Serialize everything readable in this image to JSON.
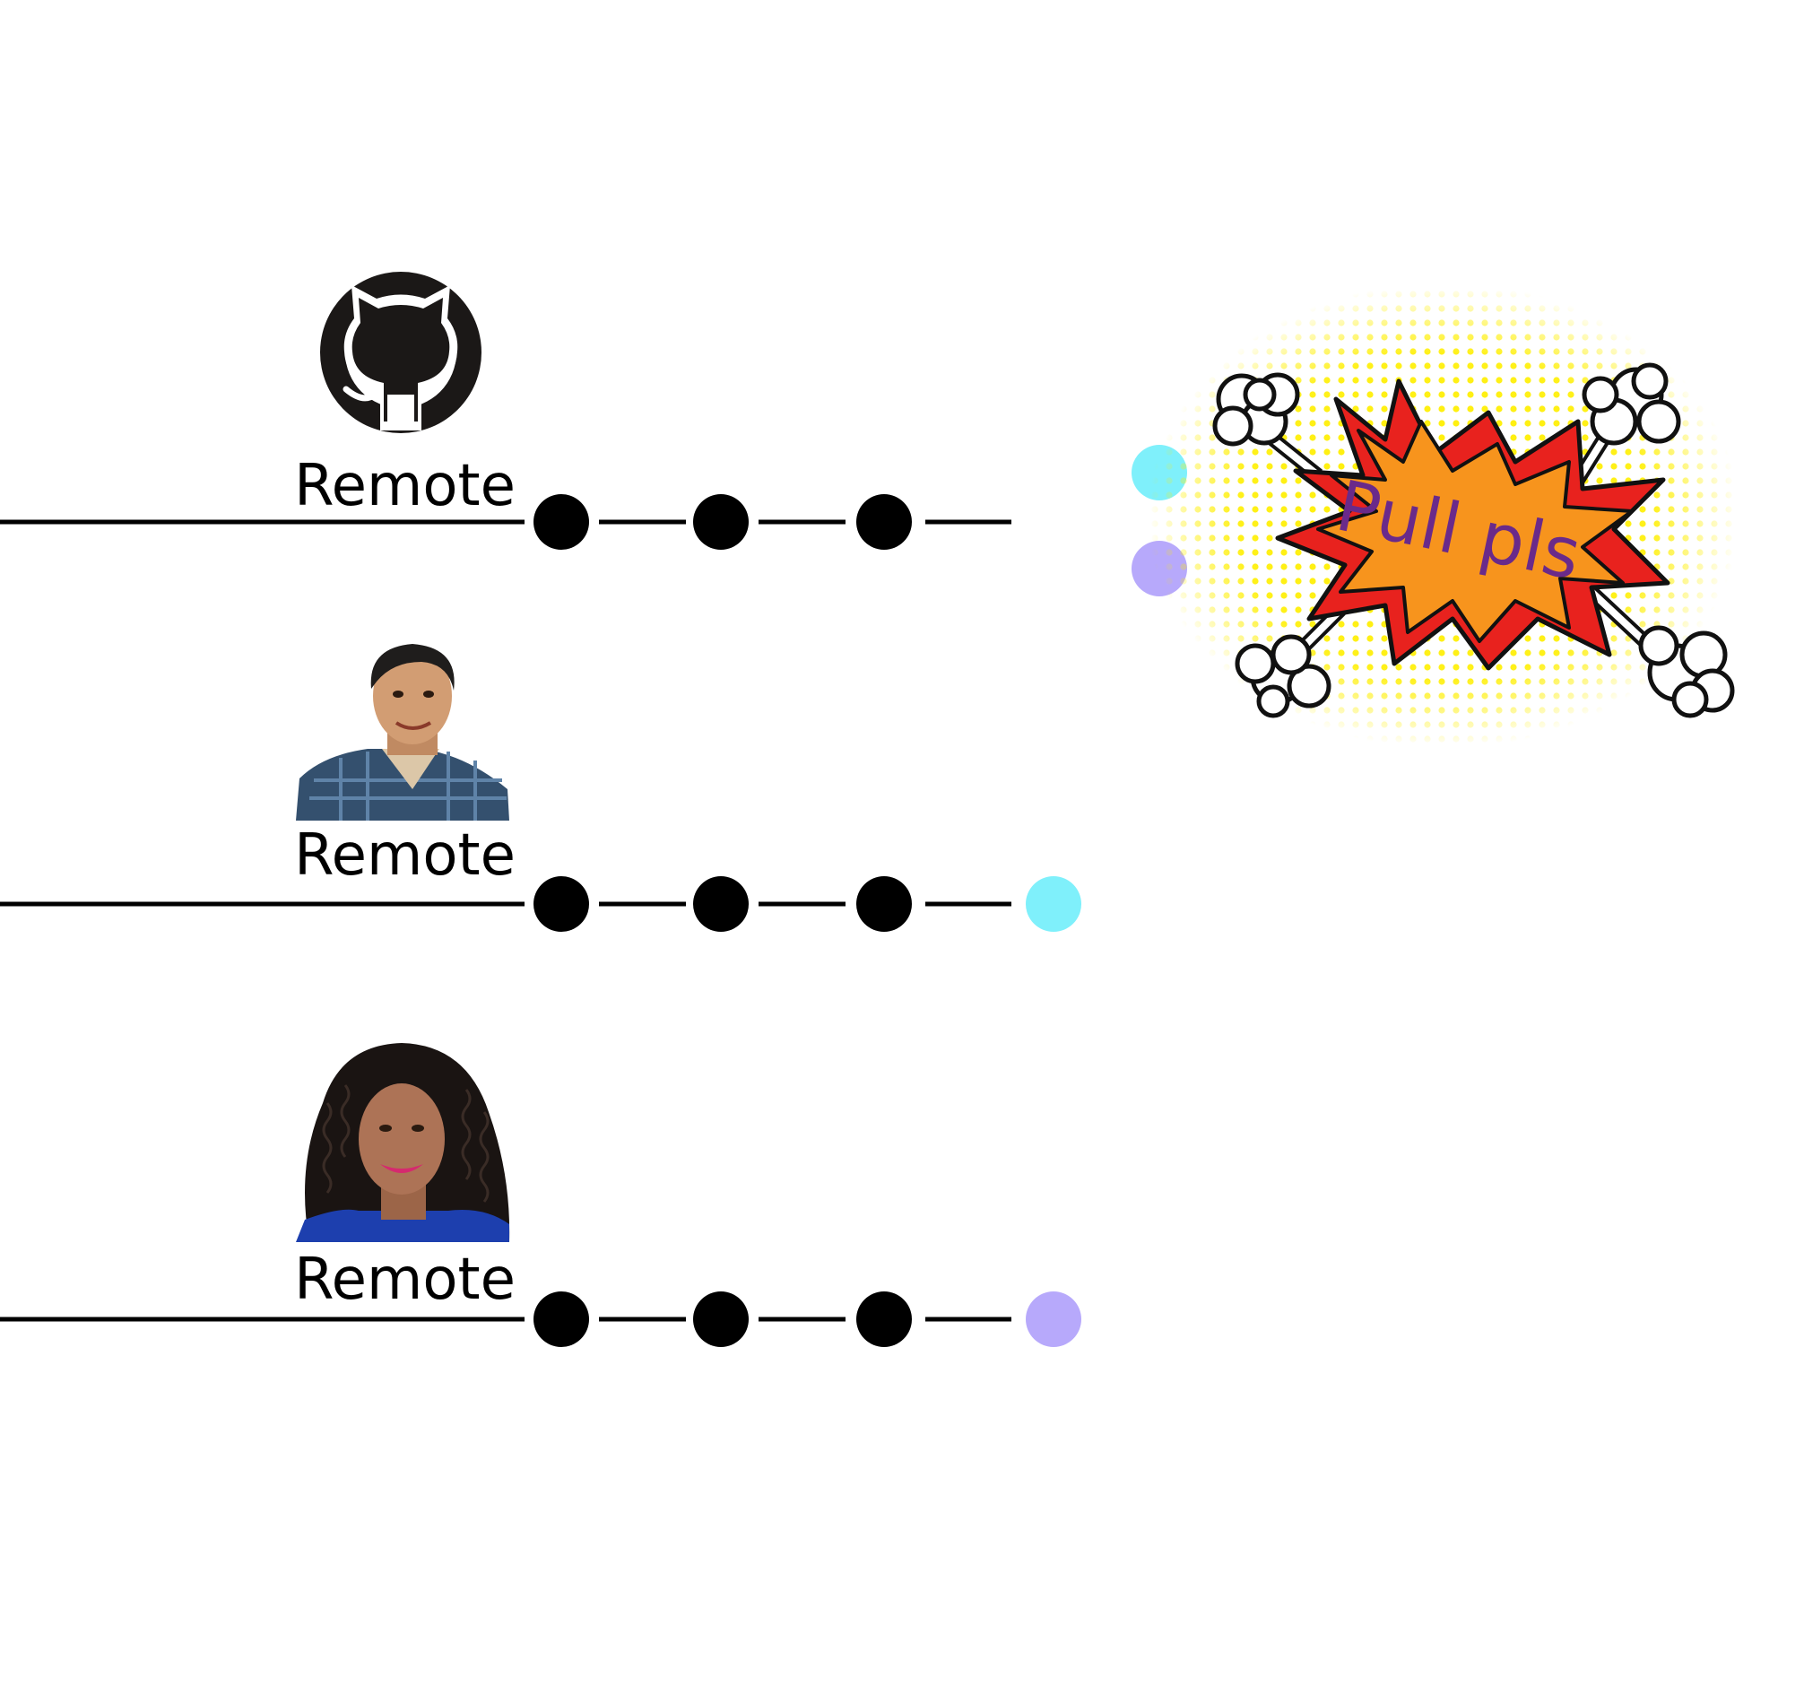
{
  "rows": [
    {
      "id": "github",
      "avatar": "github-octocat-icon",
      "label": "Remote",
      "commits": 3,
      "extra_commit_color": null
    },
    {
      "id": "person-1",
      "avatar": "man-portrait",
      "label": "Remote",
      "commits": 3,
      "extra_commit_color": "#7ff0fb"
    },
    {
      "id": "person-2",
      "avatar": "woman-portrait",
      "label": "Remote",
      "commits": 3,
      "extra_commit_color": "#b7a9fb"
    }
  ],
  "pending_commits": [
    {
      "color": "#7ff0fb"
    },
    {
      "color": "#b7a9fb"
    }
  ],
  "burst": {
    "text": "Pull pls",
    "colors": {
      "halftone": "#ffef00",
      "outer": "#e8221e",
      "inner": "#f7941d",
      "text": "#6a2a8a"
    }
  },
  "colors": {
    "line": "#000000",
    "commit": "#000000"
  }
}
